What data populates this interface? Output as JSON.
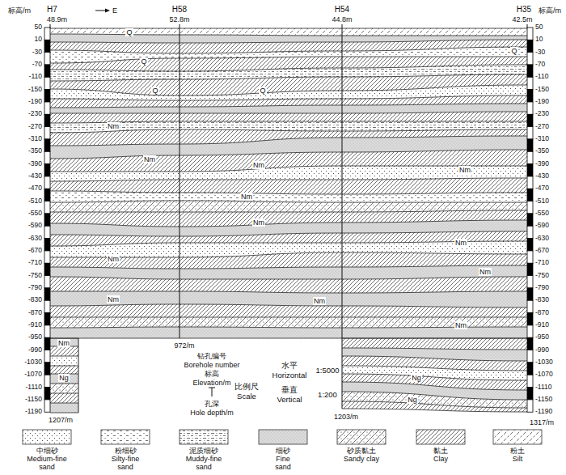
{
  "diagram": {
    "labels": [
      "标高/m",
      "H7",
      "48.9m",
      "E",
      "H58",
      "52.8m",
      "H54",
      "44.8m",
      "H35",
      "42.5m",
      "标高/m",
      "50",
      "10",
      "-30",
      "-70",
      "-110",
      "-150",
      "-190",
      "-230",
      "-270",
      "-310",
      "-350",
      "-390",
      "-430",
      "-470",
      "-510",
      "-550",
      "-590",
      "-630",
      "-670",
      "-710",
      "-750",
      "-790",
      "-830",
      "-870",
      "-910",
      "-950",
      "-990",
      "-1030",
      "-1070",
      "-1110",
      "-1150",
      "-1190",
      "50",
      "10",
      "-30",
      "-70",
      "-110",
      "-150",
      "-190",
      "-230",
      "-270",
      "-310",
      "-350",
      "-390",
      "-430",
      "-470",
      "-510",
      "-550",
      "-590",
      "-630",
      "-670",
      "-710",
      "-750",
      "-790",
      "-830",
      "-870",
      "-910",
      "-950",
      "-990",
      "-1030",
      "-1070",
      "-1110",
      "-1150",
      "-1190",
      "Q",
      "Q",
      "Q",
      "Q",
      "Q",
      "Nm",
      "Nm",
      "Nm",
      "Nm",
      "Nm",
      "Nm",
      "Nm",
      "Nm",
      "Nm",
      "Nm",
      "Nm",
      "Nm",
      "Nm",
      "Ng",
      "Ng",
      "Ng",
      "1207/m",
      "972/m",
      "1203/m",
      "1317/m",
      "钻孔编号",
      "Borehole number",
      "标高",
      "Elevation/m",
      "孔深",
      "Hole depth/m",
      "比例尺",
      "Scale",
      "水平",
      "Horizontal",
      "1:5000",
      "垂直",
      "Vertical",
      "1:200"
    ],
    "legend": [
      {
        "text": "中细砂 Medium-fine sand"
      },
      {
        "text": "粉细砂 Silty-fine sand"
      },
      {
        "text": "泥质细砂 Muddy-fine sand"
      },
      {
        "text": "细砂 Fine sand"
      },
      {
        "text": "砂质黏土 Sandy clay"
      },
      {
        "text": "黏土 Clay"
      },
      {
        "text": "粉土 Silt"
      }
    ]
  }
}
